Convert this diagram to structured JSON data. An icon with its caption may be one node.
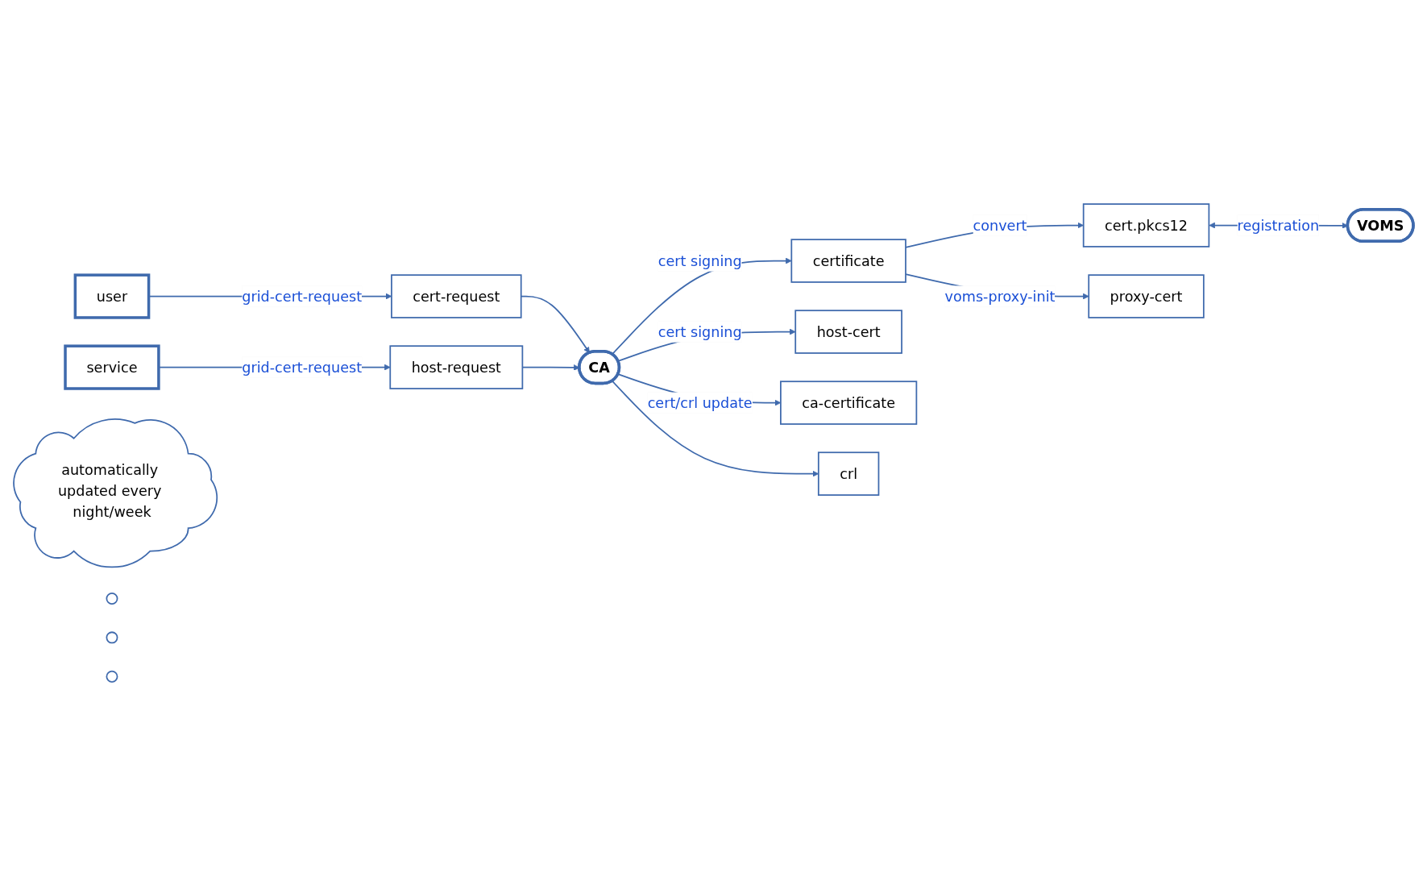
{
  "diagram": {
    "nodes": [
      {
        "text": [
          "CA"
        ]
      },
      {
        "text": [
          "user"
        ]
      },
      {
        "text": [
          "cert-request"
        ]
      },
      {
        "text": [
          "certificate"
        ]
      },
      {
        "text": [
          "cert.pkcs12"
        ]
      },
      {
        "text": [
          "proxy-cert"
        ]
      },
      {
        "text": [
          "VOMS"
        ]
      },
      {
        "text": [
          "service"
        ]
      },
      {
        "text": [
          "host-request"
        ]
      },
      {
        "text": [
          "host-cert"
        ]
      },
      {
        "text": [
          "ca-certificate"
        ]
      },
      {
        "text": [
          "crl"
        ]
      },
      {
        "text": [
          "automatically updated every night/week"
        ]
      },
      {
        "text": [],
        "shape": "circle"
      },
      {
        "text": [],
        "shape": "circle"
      },
      {
        "text": [],
        "shape": "circle"
      }
    ],
    "edges": [
      {
        "from": 1,
        "to": 2,
        "arrow": "to",
        "label": "grid-cert-request"
      },
      {
        "from": 2,
        "to": 0,
        "arrow": "to"
      },
      {
        "from": 0,
        "to": 3,
        "arrow": "to",
        "label": "cert signing"
      },
      {
        "from": 3,
        "to": 4,
        "arrow": "to",
        "label": "convert"
      },
      {
        "from": 3,
        "to": 5,
        "arrow": "to",
        "label": "voms-proxy-init"
      },
      {
        "from": 4,
        "to": 6,
        "arrow": "both",
        "label": "registration"
      },
      {
        "from": 7,
        "to": 8,
        "arrow": "to",
        "label": "grid-cert-request"
      },
      {
        "from": 8,
        "to": 0,
        "arrow": "to"
      },
      {
        "from": 0,
        "to": 9,
        "arrow": "to",
        "label": "cert signing"
      },
      {
        "from": 0,
        "to": 10,
        "arrow": "to",
        "label": "cert/crl update"
      },
      {
        "from": 0,
        "to": 11,
        "arrow": "to"
      }
    ]
  }
}
